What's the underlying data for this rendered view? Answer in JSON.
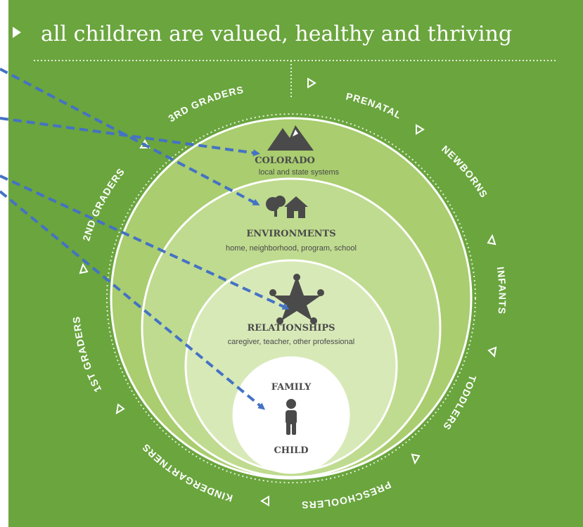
{
  "header": {
    "title": "all children are valued, healthy and thriving"
  },
  "ring_labels": {
    "prenatal": "PRENATAL",
    "newborns": "NEWBORNS",
    "infants": "INFANTS",
    "toddlers": "TODDLERS",
    "preschoolers": "PRESCHOOLERS",
    "kindergartners": "KINDERGARTNERS",
    "first_graders": "1ST GRADERS",
    "second_graders": "2ND GRADERS",
    "third_graders": "3RD GRADERS"
  },
  "levels": {
    "colorado": {
      "title": "COLORADO",
      "subtitle": "local and state systems"
    },
    "environments": {
      "title": "ENVIRONMENTS",
      "subtitle": "home, neighborhood, program, school"
    },
    "relationships": {
      "title": "RELATIONSHIPS",
      "subtitle": "caregiver, teacher, other professional"
    },
    "family": {
      "title": "FAMILY"
    },
    "child": {
      "title": "CHILD"
    }
  },
  "colors": {
    "background_green": "#6aa53e",
    "ring_outer": "#a9cd6f",
    "ring_2": "#bfdb8f",
    "ring_3": "#d8e9b8",
    "core": "#ffffff",
    "arrow_blue": "#4472c4",
    "text_dark": "#4a4a4a"
  }
}
